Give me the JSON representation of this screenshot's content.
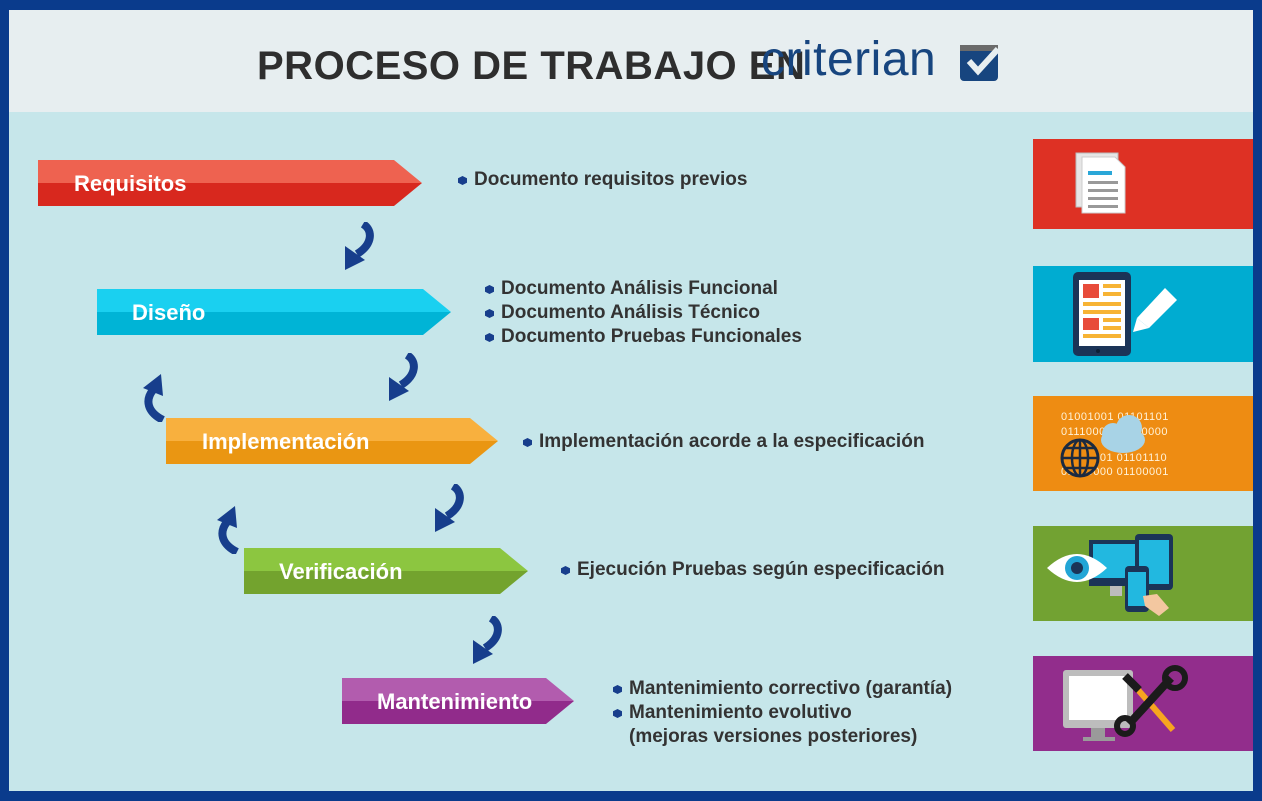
{
  "header": {
    "title": "PROCESO DE TRABAJO EN",
    "logo_text": "criterian"
  },
  "steps": [
    {
      "label": "Requisitos",
      "color": "#e2362a",
      "bullets": [
        "Documento requisitos previos"
      ]
    },
    {
      "label": "Diseño",
      "color": "#00b7da",
      "bullets": [
        "Documento Análisis Funcional",
        "Documento Análisis Técnico",
        "Documento Pruebas Funcionales"
      ]
    },
    {
      "label": "Implementación",
      "color": "#ee9a1b",
      "bullets": [
        "Implementación acorde a la especificación"
      ]
    },
    {
      "label": "Verificación",
      "color": "#78a833",
      "bullets": [
        "Ejecución Pruebas según especificación"
      ]
    },
    {
      "label": "Mantenimiento",
      "color": "#93328e",
      "bullets": [
        "Mantenimiento correctivo (garantía)",
        "Mantenimiento evolutivo"
      ],
      "bullet_continuation": "(mejoras versiones posteriores)"
    }
  ],
  "icons": [
    {
      "name": "document-icon",
      "bg": "#de3124"
    },
    {
      "name": "tablet-pen-icon",
      "bg": "#00acd1"
    },
    {
      "name": "binary-cloud-globe-icon",
      "bg": "#ee8c12",
      "binary_rows": [
        "01001001 01101101",
        "01110000 01100000",
        "01100001 01101110",
        "01100000 01100001"
      ]
    },
    {
      "name": "eye-devices-icon",
      "bg": "#72a232"
    },
    {
      "name": "monitor-tools-icon",
      "bg": "#922d8c"
    }
  ],
  "colors": {
    "frame": "#0a3b8c",
    "background": "#c6e6ea",
    "header_bg": "#e7eef0",
    "arrow": "#173e8c",
    "logo": "#17457f"
  }
}
